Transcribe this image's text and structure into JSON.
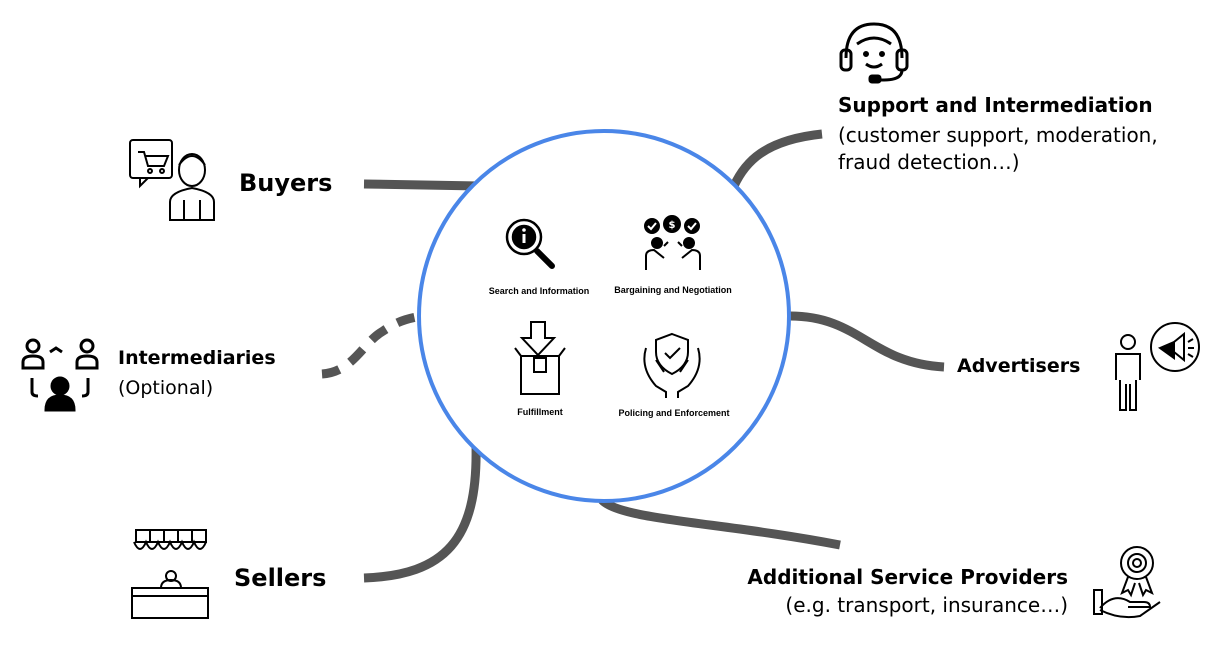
{
  "center": {
    "functions": [
      {
        "label": "Search and Information",
        "icon": "search-info-icon"
      },
      {
        "label": "Bargaining and Negotiation",
        "icon": "bargaining-icon"
      },
      {
        "label": "Fulfillment",
        "icon": "box-icon"
      },
      {
        "label": "Policing and Enforcement",
        "icon": "shield-hands-icon"
      }
    ],
    "ring_color": "#4a86e8"
  },
  "actors": {
    "buyers": {
      "label": "Buyers",
      "icon": "buyer-cart-icon"
    },
    "intermediaries": {
      "label": "Intermediaries",
      "sub": "(Optional)",
      "icon": "intermediaries-icon"
    },
    "sellers": {
      "label": "Sellers",
      "icon": "storefront-icon"
    },
    "support": {
      "title": "Support and Intermediation",
      "line1": "(customer support, moderation,",
      "line2": "fraud detection…)",
      "icon": "headset-icon"
    },
    "advertisers": {
      "label": "Advertisers",
      "icon": "megaphone-person-icon"
    },
    "providers": {
      "title": "Additional Service Providers",
      "sub": "(e.g. transport, insurance…)",
      "icon": "award-hand-icon"
    }
  },
  "connector_color": "#555555"
}
